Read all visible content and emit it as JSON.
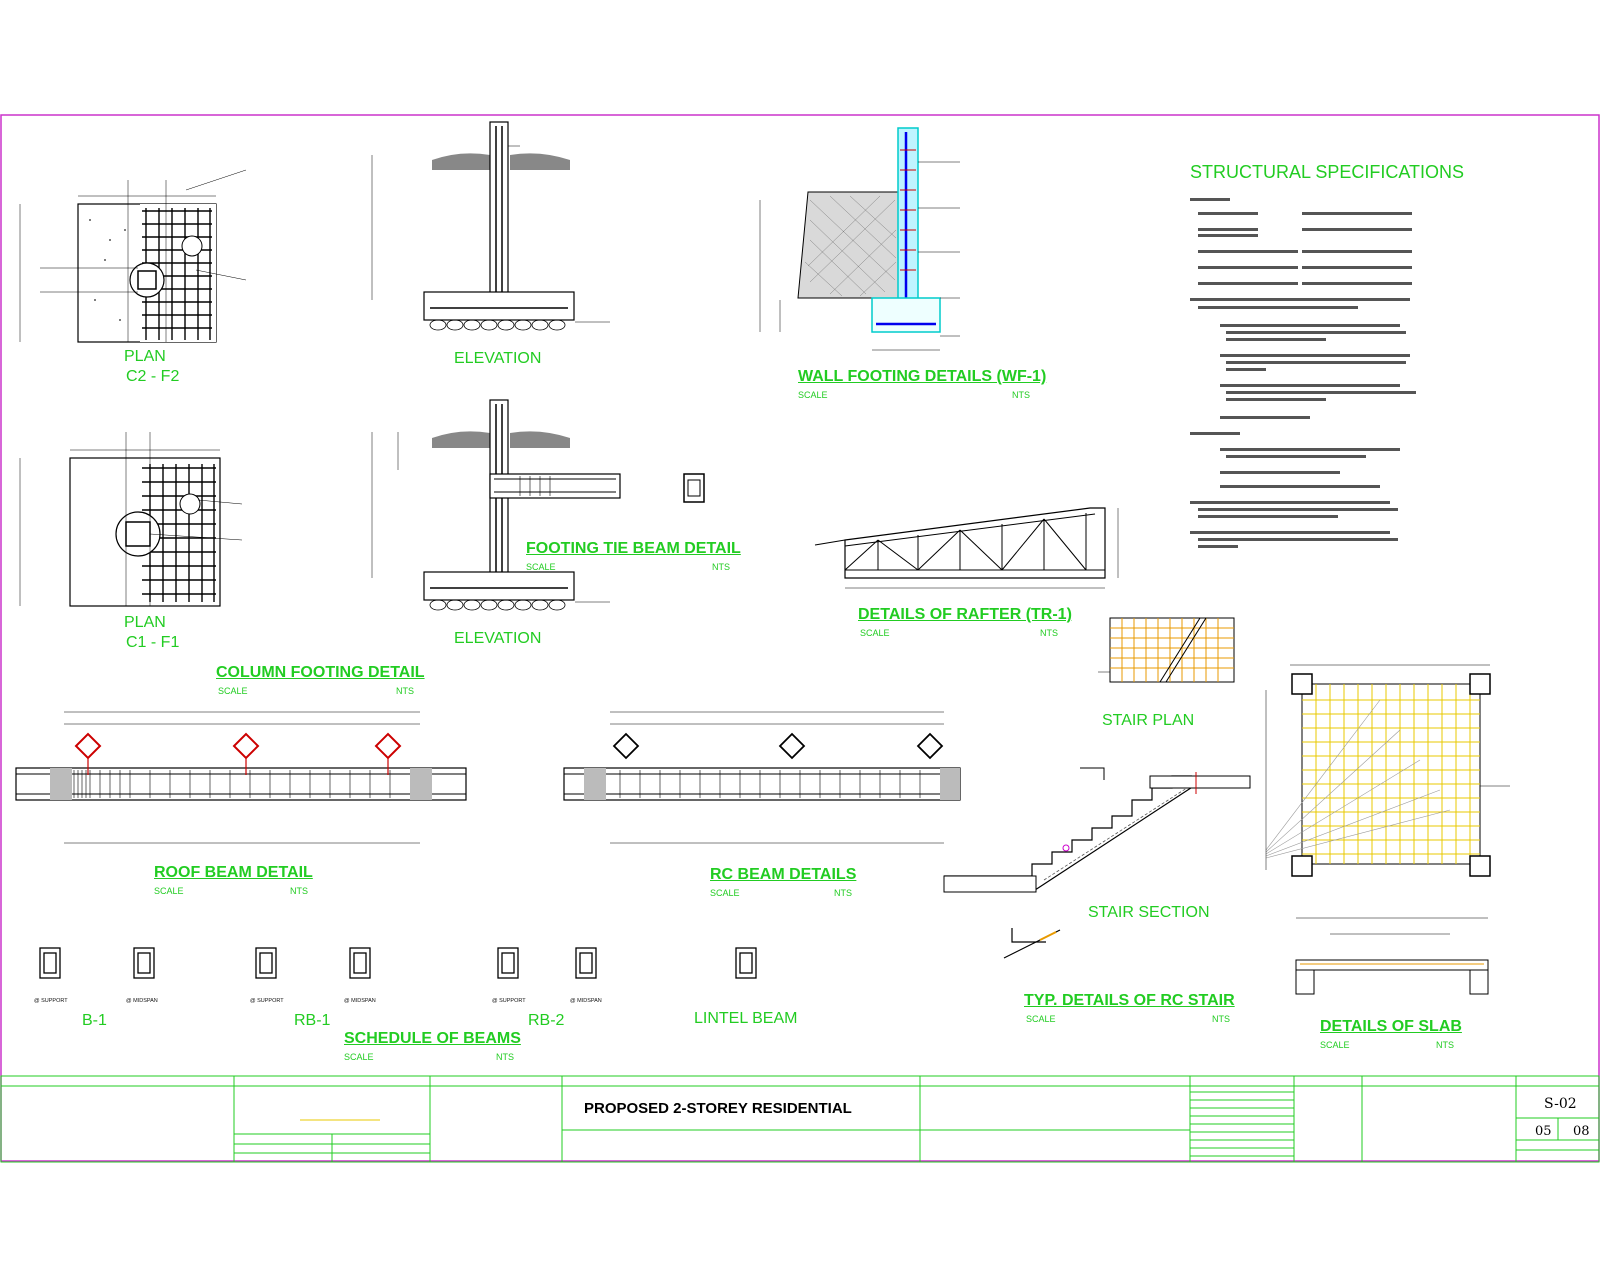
{
  "sheet": {
    "project_title": "PROPOSED 2-STOREY RESIDENTIAL",
    "sheet_number": "S-02",
    "sheet_of_a": "05",
    "sheet_of_b": "08",
    "colors": {
      "border": "#cc33cc",
      "accent": "#22cc22",
      "dims": "#ffee00",
      "grid": "#e8c800"
    }
  },
  "details": {
    "plan_c2": {
      "title": "PLAN",
      "sub": "C2 - F2"
    },
    "plan_c1": {
      "title": "PLAN",
      "sub": "C1 - F1"
    },
    "elev_1": "ELEVATION",
    "elev_2": "ELEVATION",
    "column_footing": {
      "title": "COLUMN FOOTING DETAIL",
      "scale": "SCALE",
      "nts": "NTS"
    },
    "wall_footing": {
      "title": "WALL FOOTING DETAILS (WF-1)",
      "scale": "SCALE",
      "nts": "NTS"
    },
    "footing_tie": {
      "title": "FOOTING TIE BEAM DETAIL",
      "scale": "SCALE",
      "nts": "NTS"
    },
    "rafter": {
      "title": "DETAILS OF RAFTER (TR-1)",
      "scale": "SCALE",
      "nts": "NTS"
    },
    "roof_beam": {
      "title": "ROOF BEAM DETAIL",
      "scale": "SCALE",
      "nts": "NTS"
    },
    "rc_beam": {
      "title": "RC BEAM DETAILS",
      "scale": "SCALE",
      "nts": "NTS"
    },
    "stair_plan": "STAIR PLAN",
    "stair_section": "STAIR SECTION",
    "rc_stair": {
      "title": "TYP. DETAILS OF RC STAIR",
      "scale": "SCALE",
      "nts": "NTS"
    },
    "slab": {
      "title": "DETAILS OF SLAB",
      "scale": "SCALE",
      "nts": "NTS"
    },
    "schedule": {
      "title": "SCHEDULE OF BEAMS",
      "scale": "SCALE",
      "nts": "NTS"
    },
    "b1": "B-1",
    "rb1": "RB-1",
    "rb2": "RB-2",
    "lintel": "LINTEL BEAM",
    "at_support": "@ SUPPORT",
    "at_midspan": "@ MIDSPAN"
  },
  "specs": {
    "title": "STRUCTURAL SPECIFICATIONS"
  }
}
